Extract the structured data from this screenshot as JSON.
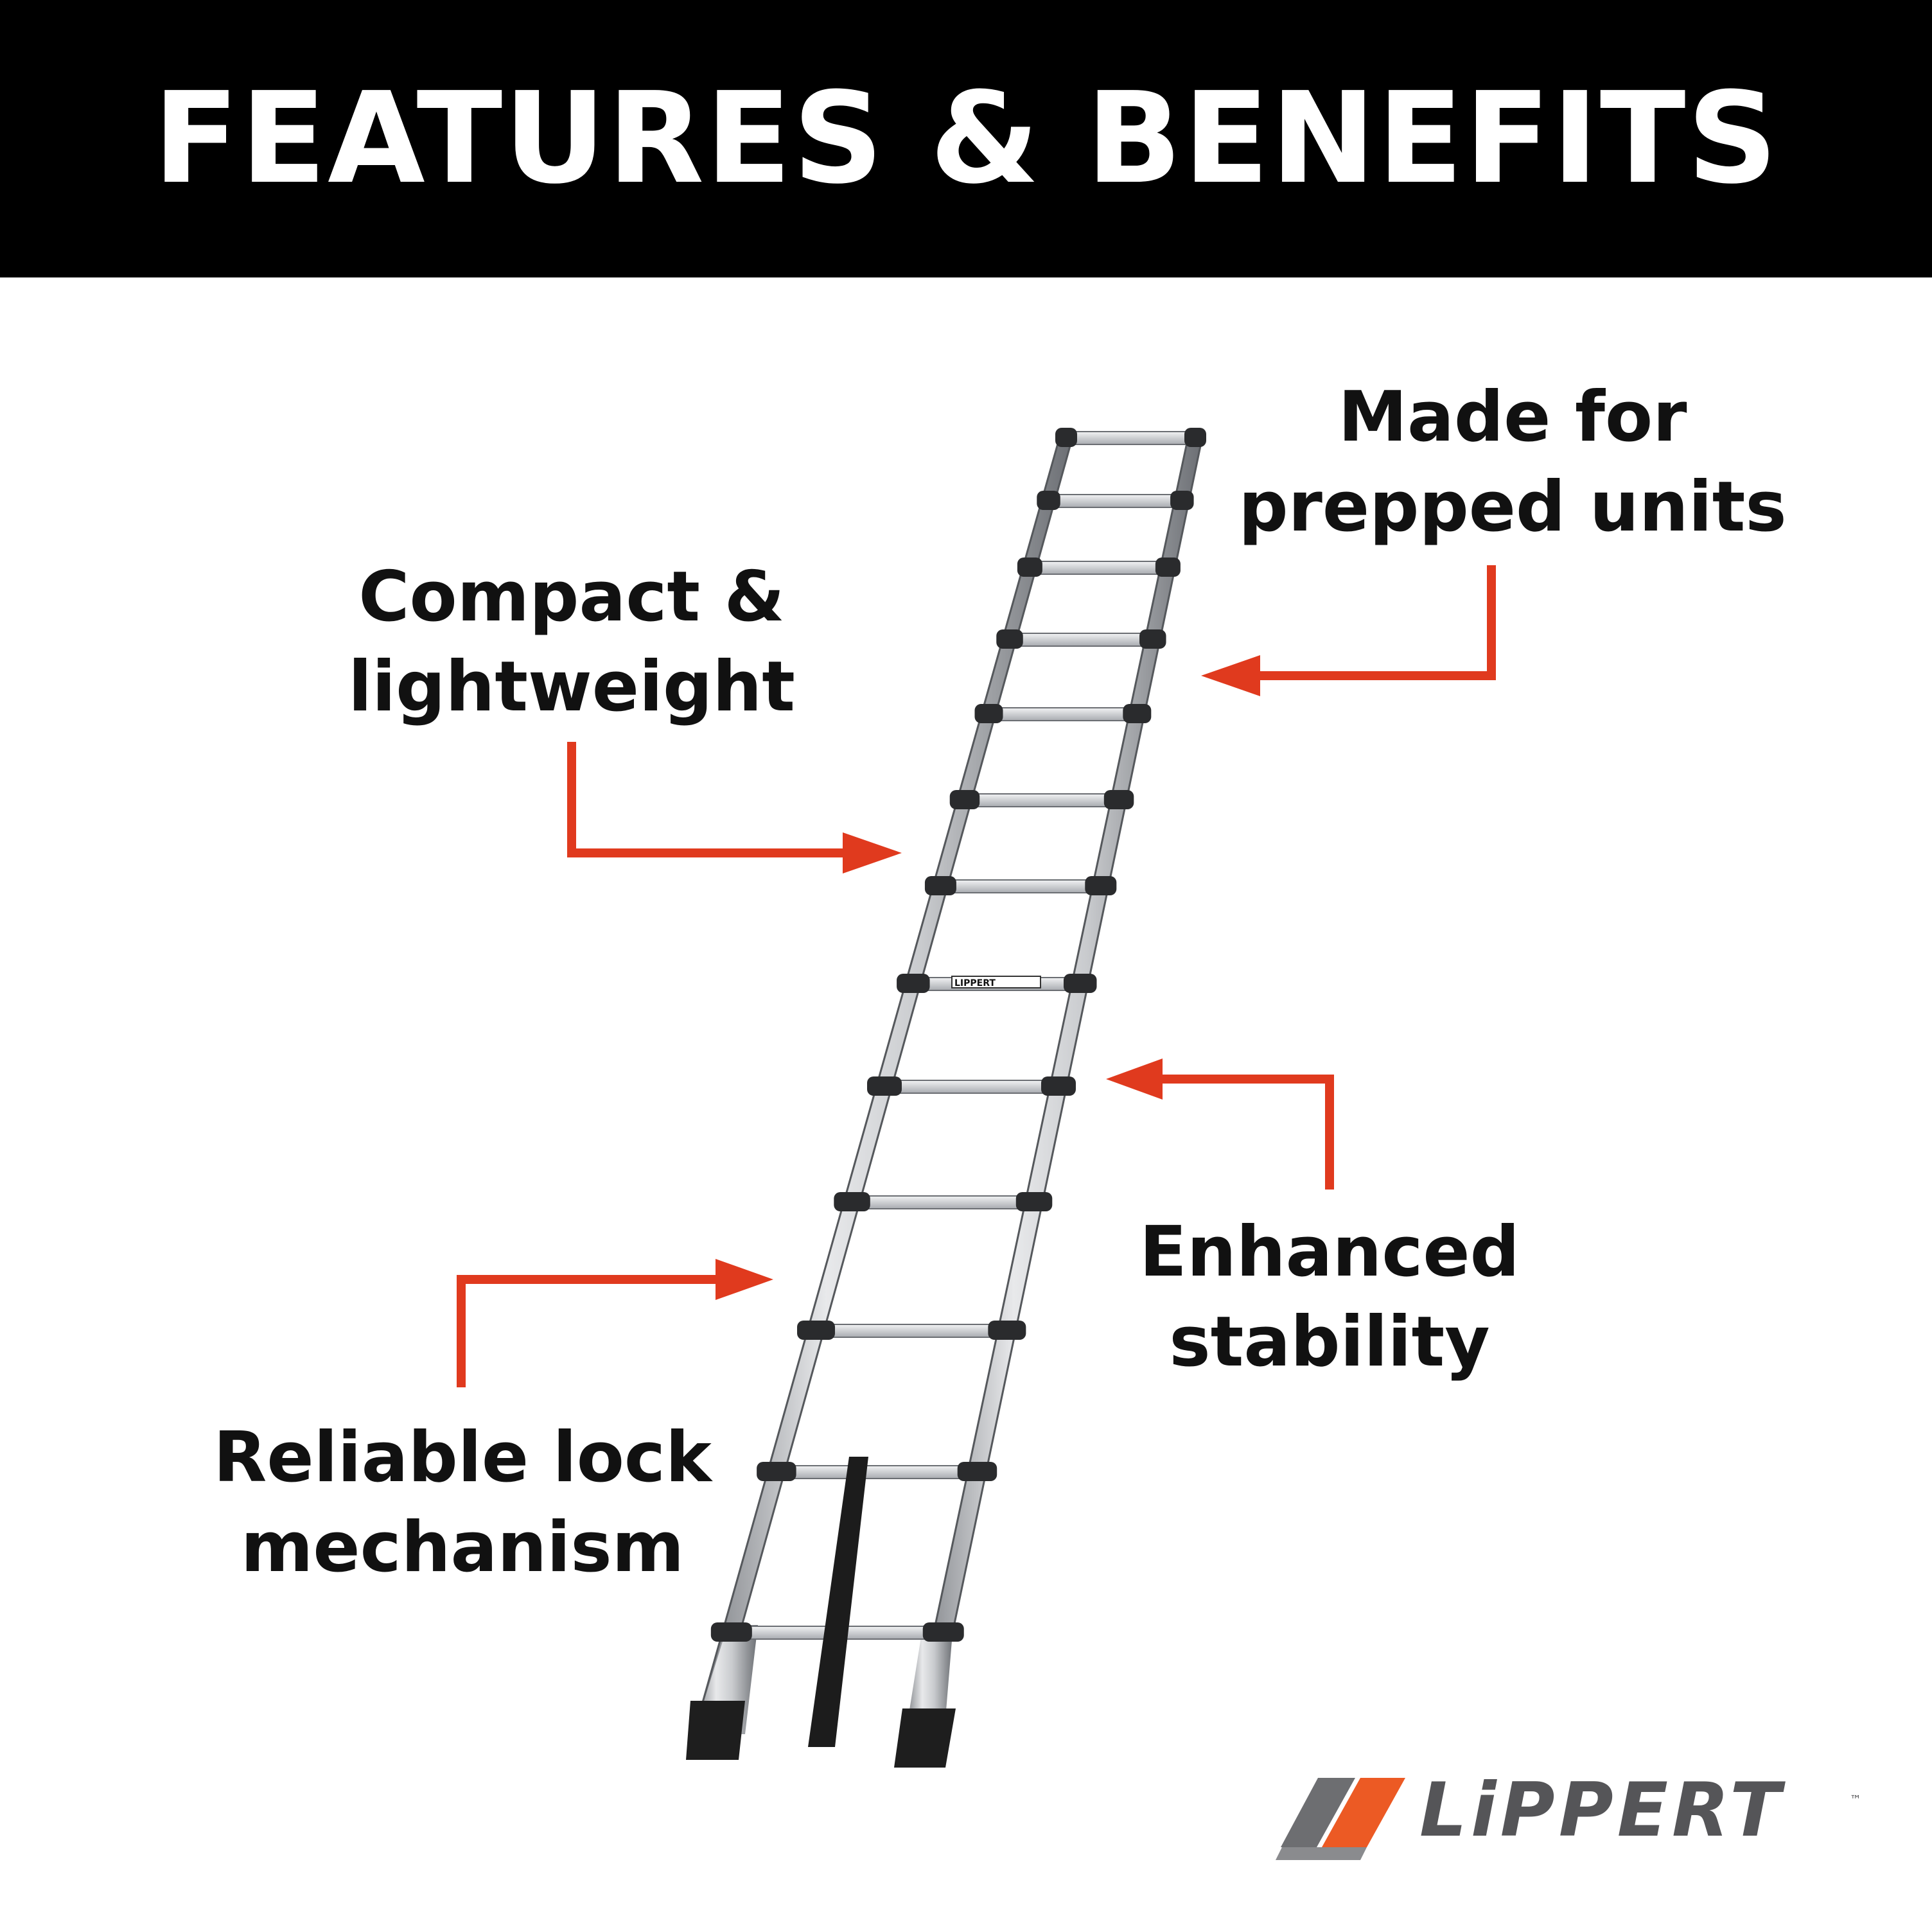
{
  "header": {
    "title": "FEATURES & BENEFITS"
  },
  "features": {
    "made_for": [
      "Made for",
      "prepped units"
    ],
    "compact": [
      "Compact &",
      "lightweight"
    ],
    "stability": [
      "Enhanced",
      "stability"
    ],
    "lock": [
      "Reliable lock",
      "mechanism"
    ]
  },
  "ladder_label": "LIPPERT",
  "logo": {
    "text": "LiPPERT",
    "tm": "™"
  },
  "colors": {
    "header_bg": "#000000",
    "header_text": "#ffffff",
    "arrow": "#e03a1e",
    "logo_orange": "#ec5a24",
    "logo_gray": "#6d6e71",
    "text": "#111111"
  },
  "icons": {
    "arrow": "red-elbow-arrow",
    "logo": "lippert-logo-mark"
  }
}
